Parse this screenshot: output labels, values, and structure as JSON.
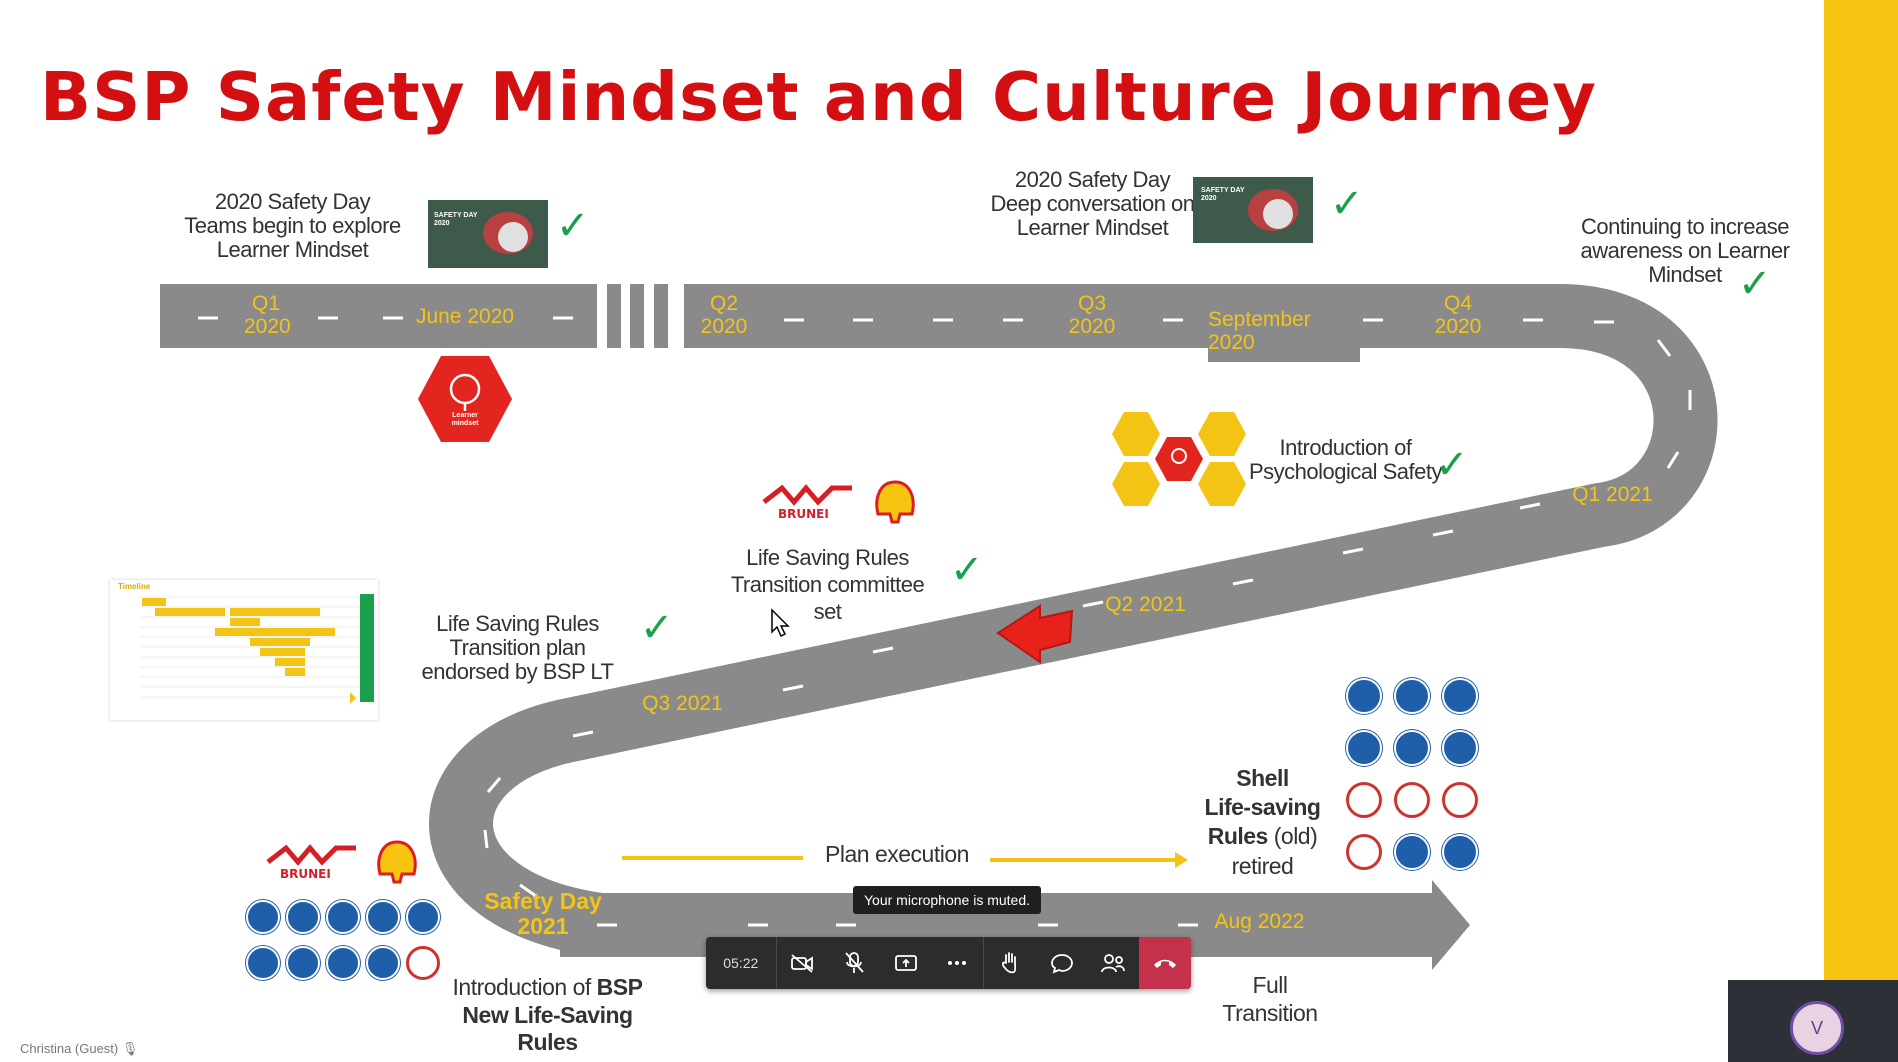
{
  "slide": {
    "title": "BSP Safety Mindset and Culture Journey",
    "road_labels": {
      "q1_2020": [
        "Q1",
        "2020"
      ],
      "june_2020": "June 2020",
      "q2_2020": [
        "Q2",
        "2020"
      ],
      "q3_2020": [
        "Q3",
        "2020"
      ],
      "september_2020": [
        "September",
        "2020"
      ],
      "q4_2020": [
        "Q4",
        "2020"
      ],
      "q1_2021": "Q1 2021",
      "q2_2021": "Q2 2021",
      "q3_2021": "Q3 2021",
      "safety_day_2021": [
        "Safety Day",
        "2021"
      ],
      "aug_2022": "Aug 2022"
    },
    "milestones": {
      "safety_day_2020_explore": [
        "2020 Safety Day",
        "Teams begin to explore",
        "Learner Mindset"
      ],
      "safety_day_2020_deep": [
        "2020 Safety Day",
        "Deep conversation on",
        "Learner Mindset"
      ],
      "continuing_awareness": [
        "Continuing to increase",
        "awareness on Learner",
        "Mindset"
      ],
      "psych_safety": [
        "Introduction of",
        "Psychological Safety"
      ],
      "lsr_committee": [
        "Life Saving Rules",
        "Transition committee",
        "set"
      ],
      "lsr_plan": [
        "Life Saving Rules",
        "Transition plan",
        "endorsed by BSP LT"
      ],
      "plan_execution": "Plan execution",
      "shell_lsr_retired": {
        "bold": [
          "Shell",
          "Life-saving",
          "Rules"
        ],
        "normal_after": " (old)",
        "last": "retired"
      },
      "intro_bsp_lsr": {
        "normal": "Introduction of ",
        "bold1": "BSP",
        "bold2": [
          "New Life-Saving",
          "Rules"
        ]
      },
      "full_transition": [
        "Full",
        "Transition"
      ]
    },
    "badges": {
      "learner_mindset": [
        "Learner",
        "mindset"
      ],
      "brunei_text": "BRUNEI",
      "safety_day_cover": [
        "SAFETY DAY",
        "2020"
      ],
      "timeline_thumb_title": "Timeline"
    },
    "colors": {
      "title_red": "#d40f12",
      "road_gray": "#8a8a8a",
      "label_yellow": "#f3c417",
      "check_green": "#1aa04a",
      "arrow_red": "#e8221b",
      "honeycomb_yellow": "#f4c414",
      "icon_blue": "#1f5ea8"
    }
  },
  "meeting": {
    "timer": "05:22",
    "tooltip": "Your microphone is muted.",
    "participant_label": "Christina (Guest)",
    "avatar_initial": "V",
    "toolbar_icons": [
      "camera-off-icon",
      "mic-off-icon",
      "share-icon",
      "more-icon",
      "raise-hand-icon",
      "chat-icon",
      "people-icon",
      "hang-up-icon"
    ]
  }
}
